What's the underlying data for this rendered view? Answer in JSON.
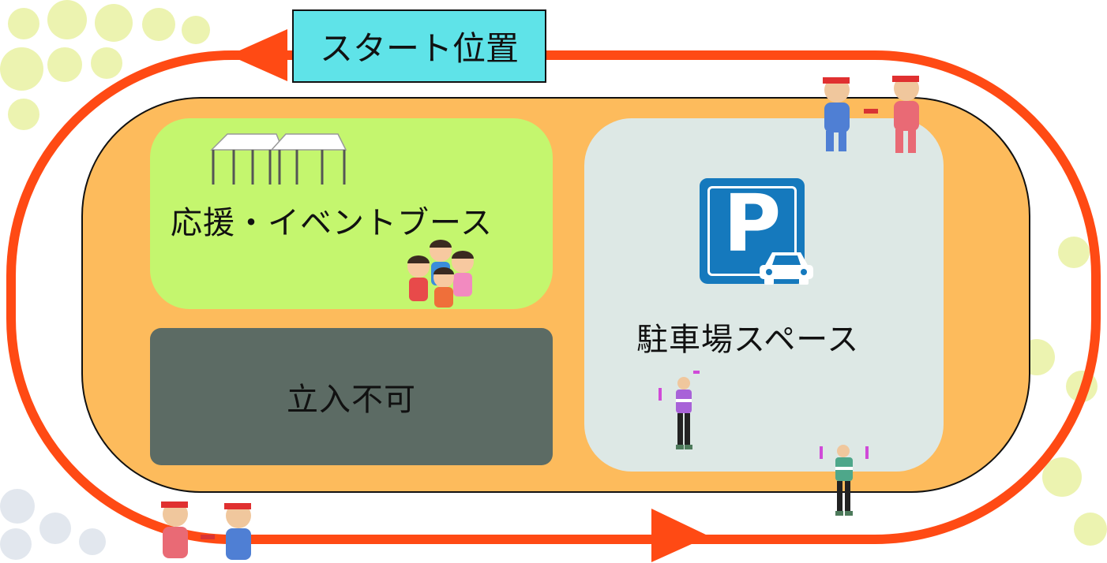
{
  "start": {
    "label": "スタート位置"
  },
  "zones": {
    "event": {
      "label": "応援・イベントブース"
    },
    "restricted": {
      "label": "立入不可"
    },
    "parking": {
      "label": "駐車場スペース",
      "sign_letter": "P"
    }
  },
  "colors": {
    "track": "#ff4a14",
    "infield": "#fdbb5c",
    "event_zone": "#c4f66e",
    "restricted_zone": "#5c6b64",
    "parking_zone": "#dde8e5",
    "start_box": "#5fe3e8",
    "parking_sign": "#1579bd",
    "dots": "#ecf3b0"
  },
  "icons": [
    "tent-icon",
    "cheering-kids-icon",
    "parking-sign-icon",
    "car-icon",
    "relay-runners-icon",
    "traffic-guard-icon"
  ]
}
